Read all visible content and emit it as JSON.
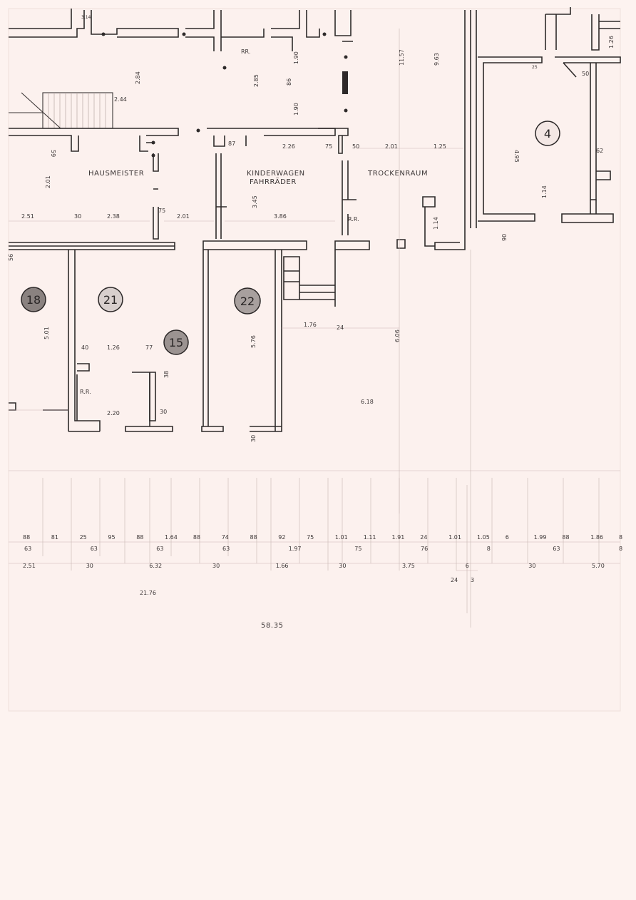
{
  "rooms": {
    "hausmeister": "HAUSMEISTER",
    "kinderwagen": "KINDERWAGEN",
    "fahrraeder": "FAHRRÄDER",
    "trockenraum": "TROCKENRAUM",
    "rr": "R.R.",
    "rr2": "RR."
  },
  "badges": [
    "18",
    "21",
    "15",
    "22",
    "4"
  ],
  "dims": {
    "d_284": "2.84",
    "d_244": "2.44",
    "d_3_14": "3.14",
    "d_1157": "11.57",
    "d_963": "9.63",
    "d_285a": "2.85",
    "d_865": "86",
    "d_190": "1.90",
    "d_126t": "1.26",
    "d_50t": "50",
    "d_25t": "25",
    "d_495": "4.95",
    "d_62": "62",
    "d_114r": "1.14",
    "d_59": "59",
    "d_201": "2.01",
    "d_251": "2.51",
    "d_30a": "30",
    "d_238": "2.38",
    "d_201b": "2.01",
    "d_75a": "75",
    "d_226": "2.26",
    "d_75b": "75",
    "d_50b": "50",
    "d_201c": "2.01",
    "d_125": "1.25",
    "d_345": "3.45",
    "d_386": "3.86",
    "d_87": "87",
    "d_114": "1.14",
    "d_905": "90",
    "d_501": "5.01",
    "d_576": "5.76",
    "d_606": "6.06",
    "d_126": "1.26",
    "d_77": "77",
    "d_40": "40",
    "d_220": "2.20",
    "d_618": "6.18",
    "d_176": "1.76",
    "d_24": "24",
    "d_38": "38",
    "d_30c": "30",
    "d_56": "56"
  },
  "bottom_dims": {
    "row1": [
      "88",
      "81",
      "25",
      "95",
      "88",
      "1.64",
      "88",
      "74",
      "88",
      "92",
      "75",
      "1.01",
      "1.11",
      "1.91",
      "24",
      "1.01",
      "1.05",
      "6",
      "1.99",
      "88",
      "1.86",
      "8"
    ],
    "row2": [
      "63",
      "63",
      "63",
      "63",
      "1.97",
      "75",
      "76",
      "8",
      "63",
      "8"
    ],
    "row3": [
      "2.51",
      "30",
      "6.32",
      "30",
      "1.66",
      "30",
      "3.75",
      "6",
      "30",
      "5.70"
    ],
    "row4": [
      "24",
      "3"
    ],
    "sub": "21.76",
    "total": "58.35"
  }
}
